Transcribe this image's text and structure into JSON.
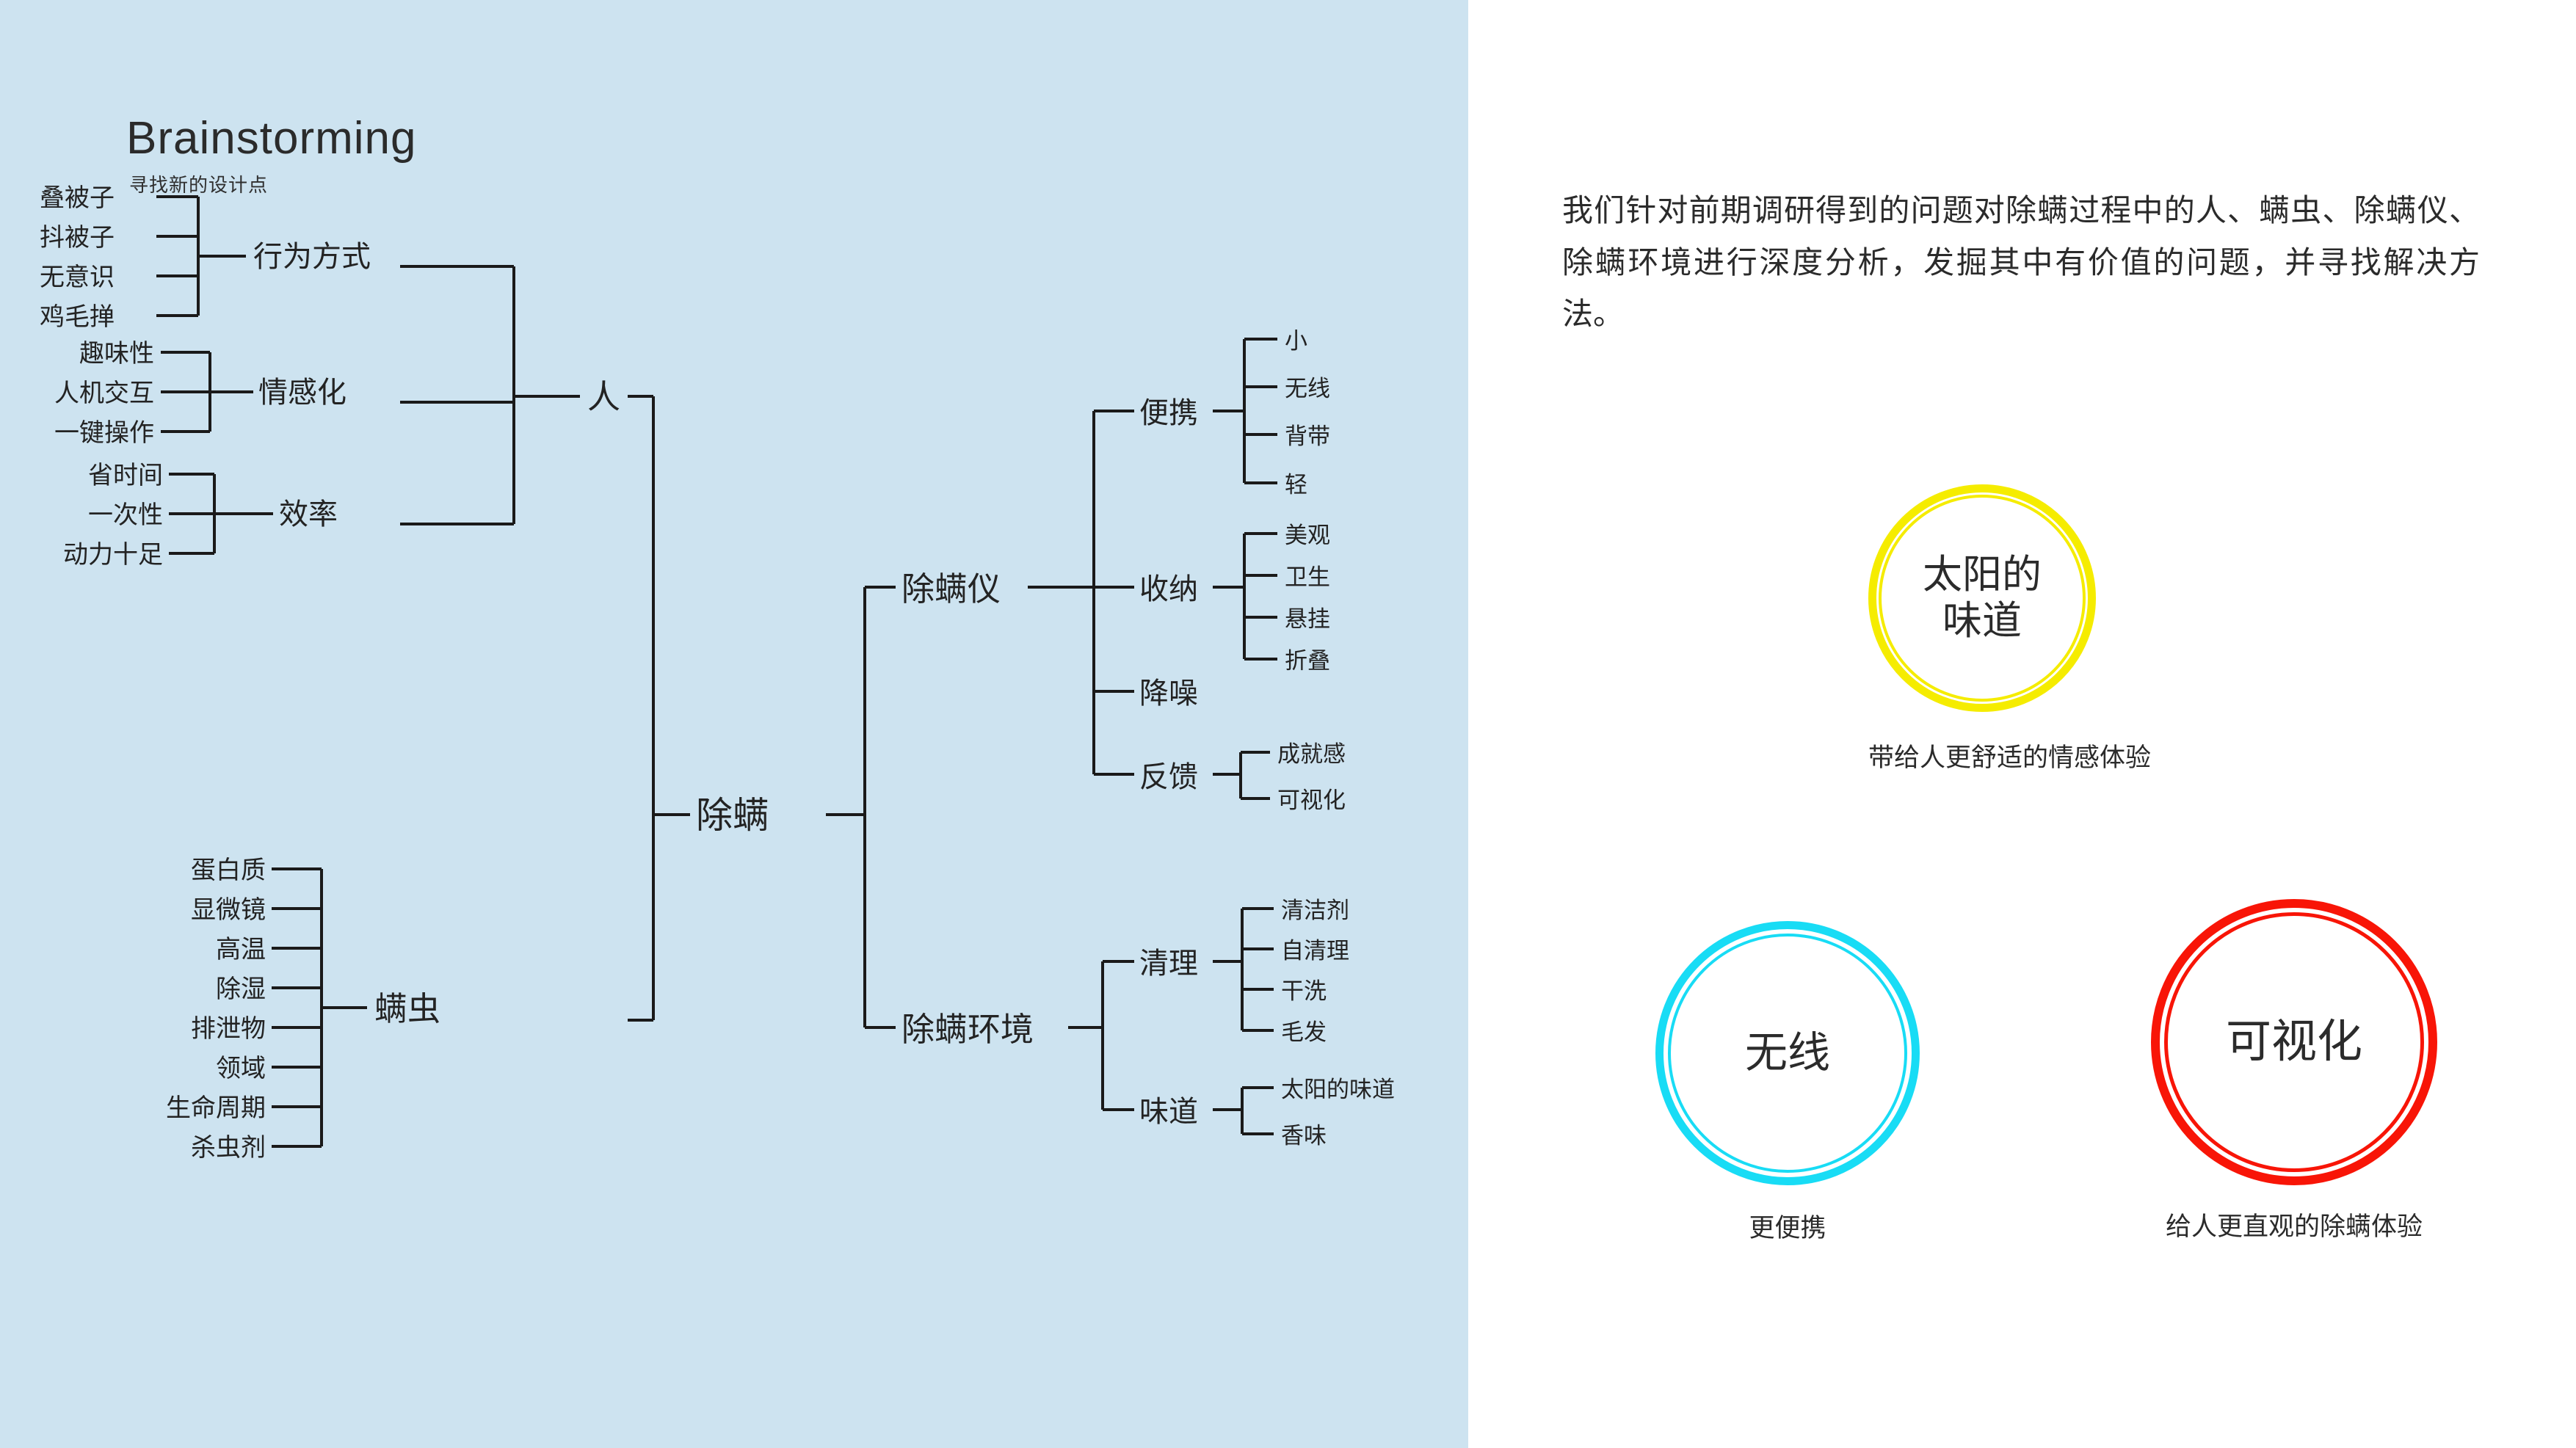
{
  "header": {
    "title": "Brainstorming",
    "subtitle": "寻找新的设计点"
  },
  "colors": {
    "panel_background": "#cde3f0",
    "right_background": "#ffffff",
    "line": "#1a1a1a",
    "text": "#2b2b2b",
    "yellow": "#f5ec00",
    "cyan": "#18dcf5",
    "red": "#f81507"
  },
  "mindmap": {
    "root": "除螨",
    "branches": {
      "person": {
        "label": "人",
        "children": [
          {
            "label": "行为方式",
            "leaves": [
              "叠被子",
              "抖被子",
              "无意识",
              "鸡毛掸"
            ]
          },
          {
            "label": "情感化",
            "leaves": [
              "趣味性",
              "人机交互",
              "一键操作"
            ]
          },
          {
            "label": "效率",
            "leaves": [
              "省时间",
              "一次性",
              "动力十足"
            ]
          }
        ]
      },
      "mite": {
        "label": "螨虫",
        "children": [
          {
            "label": "",
            "leaves": [
              "蛋白质",
              "显微镜",
              "高温",
              "除湿",
              "排泄物",
              "领域",
              "生命周期",
              "杀虫剂"
            ]
          }
        ]
      },
      "device": {
        "label": "除螨仪",
        "children": [
          {
            "label": "便携",
            "leaves": [
              "小",
              "无线",
              "背带",
              "轻"
            ]
          },
          {
            "label": "收纳",
            "leaves": [
              "美观",
              "卫生",
              "悬挂",
              "折叠"
            ]
          },
          {
            "label": "降噪",
            "leaves": []
          },
          {
            "label": "反馈",
            "leaves": [
              "成就感",
              "可视化"
            ]
          }
        ]
      },
      "environment": {
        "label": "除螨环境",
        "children": [
          {
            "label": "清理",
            "leaves": [
              "清洁剂",
              "自清理",
              "干洗",
              "毛发"
            ]
          },
          {
            "label": "味道",
            "leaves": [
              "太阳的味道",
              "香味"
            ]
          }
        ]
      }
    }
  },
  "right": {
    "intro": "我们针对前期调研得到的问题对除螨过程中的人、螨虫、除螨仪、除螨环境进行深度分析，发掘其中有价值的问题，并寻找解决方法。",
    "circles": [
      {
        "id": "sun",
        "line1": "太阳的",
        "line2": "味道",
        "caption": "带给人更舒适的情感体验",
        "color": "#f5ec00"
      },
      {
        "id": "wireless",
        "line1": "无线",
        "line2": "",
        "caption": "更便携",
        "color": "#18dcf5"
      },
      {
        "id": "visual",
        "line1": "可视化",
        "line2": "",
        "caption": "给人更直观的除螨体验",
        "color": "#f81507"
      }
    ]
  }
}
